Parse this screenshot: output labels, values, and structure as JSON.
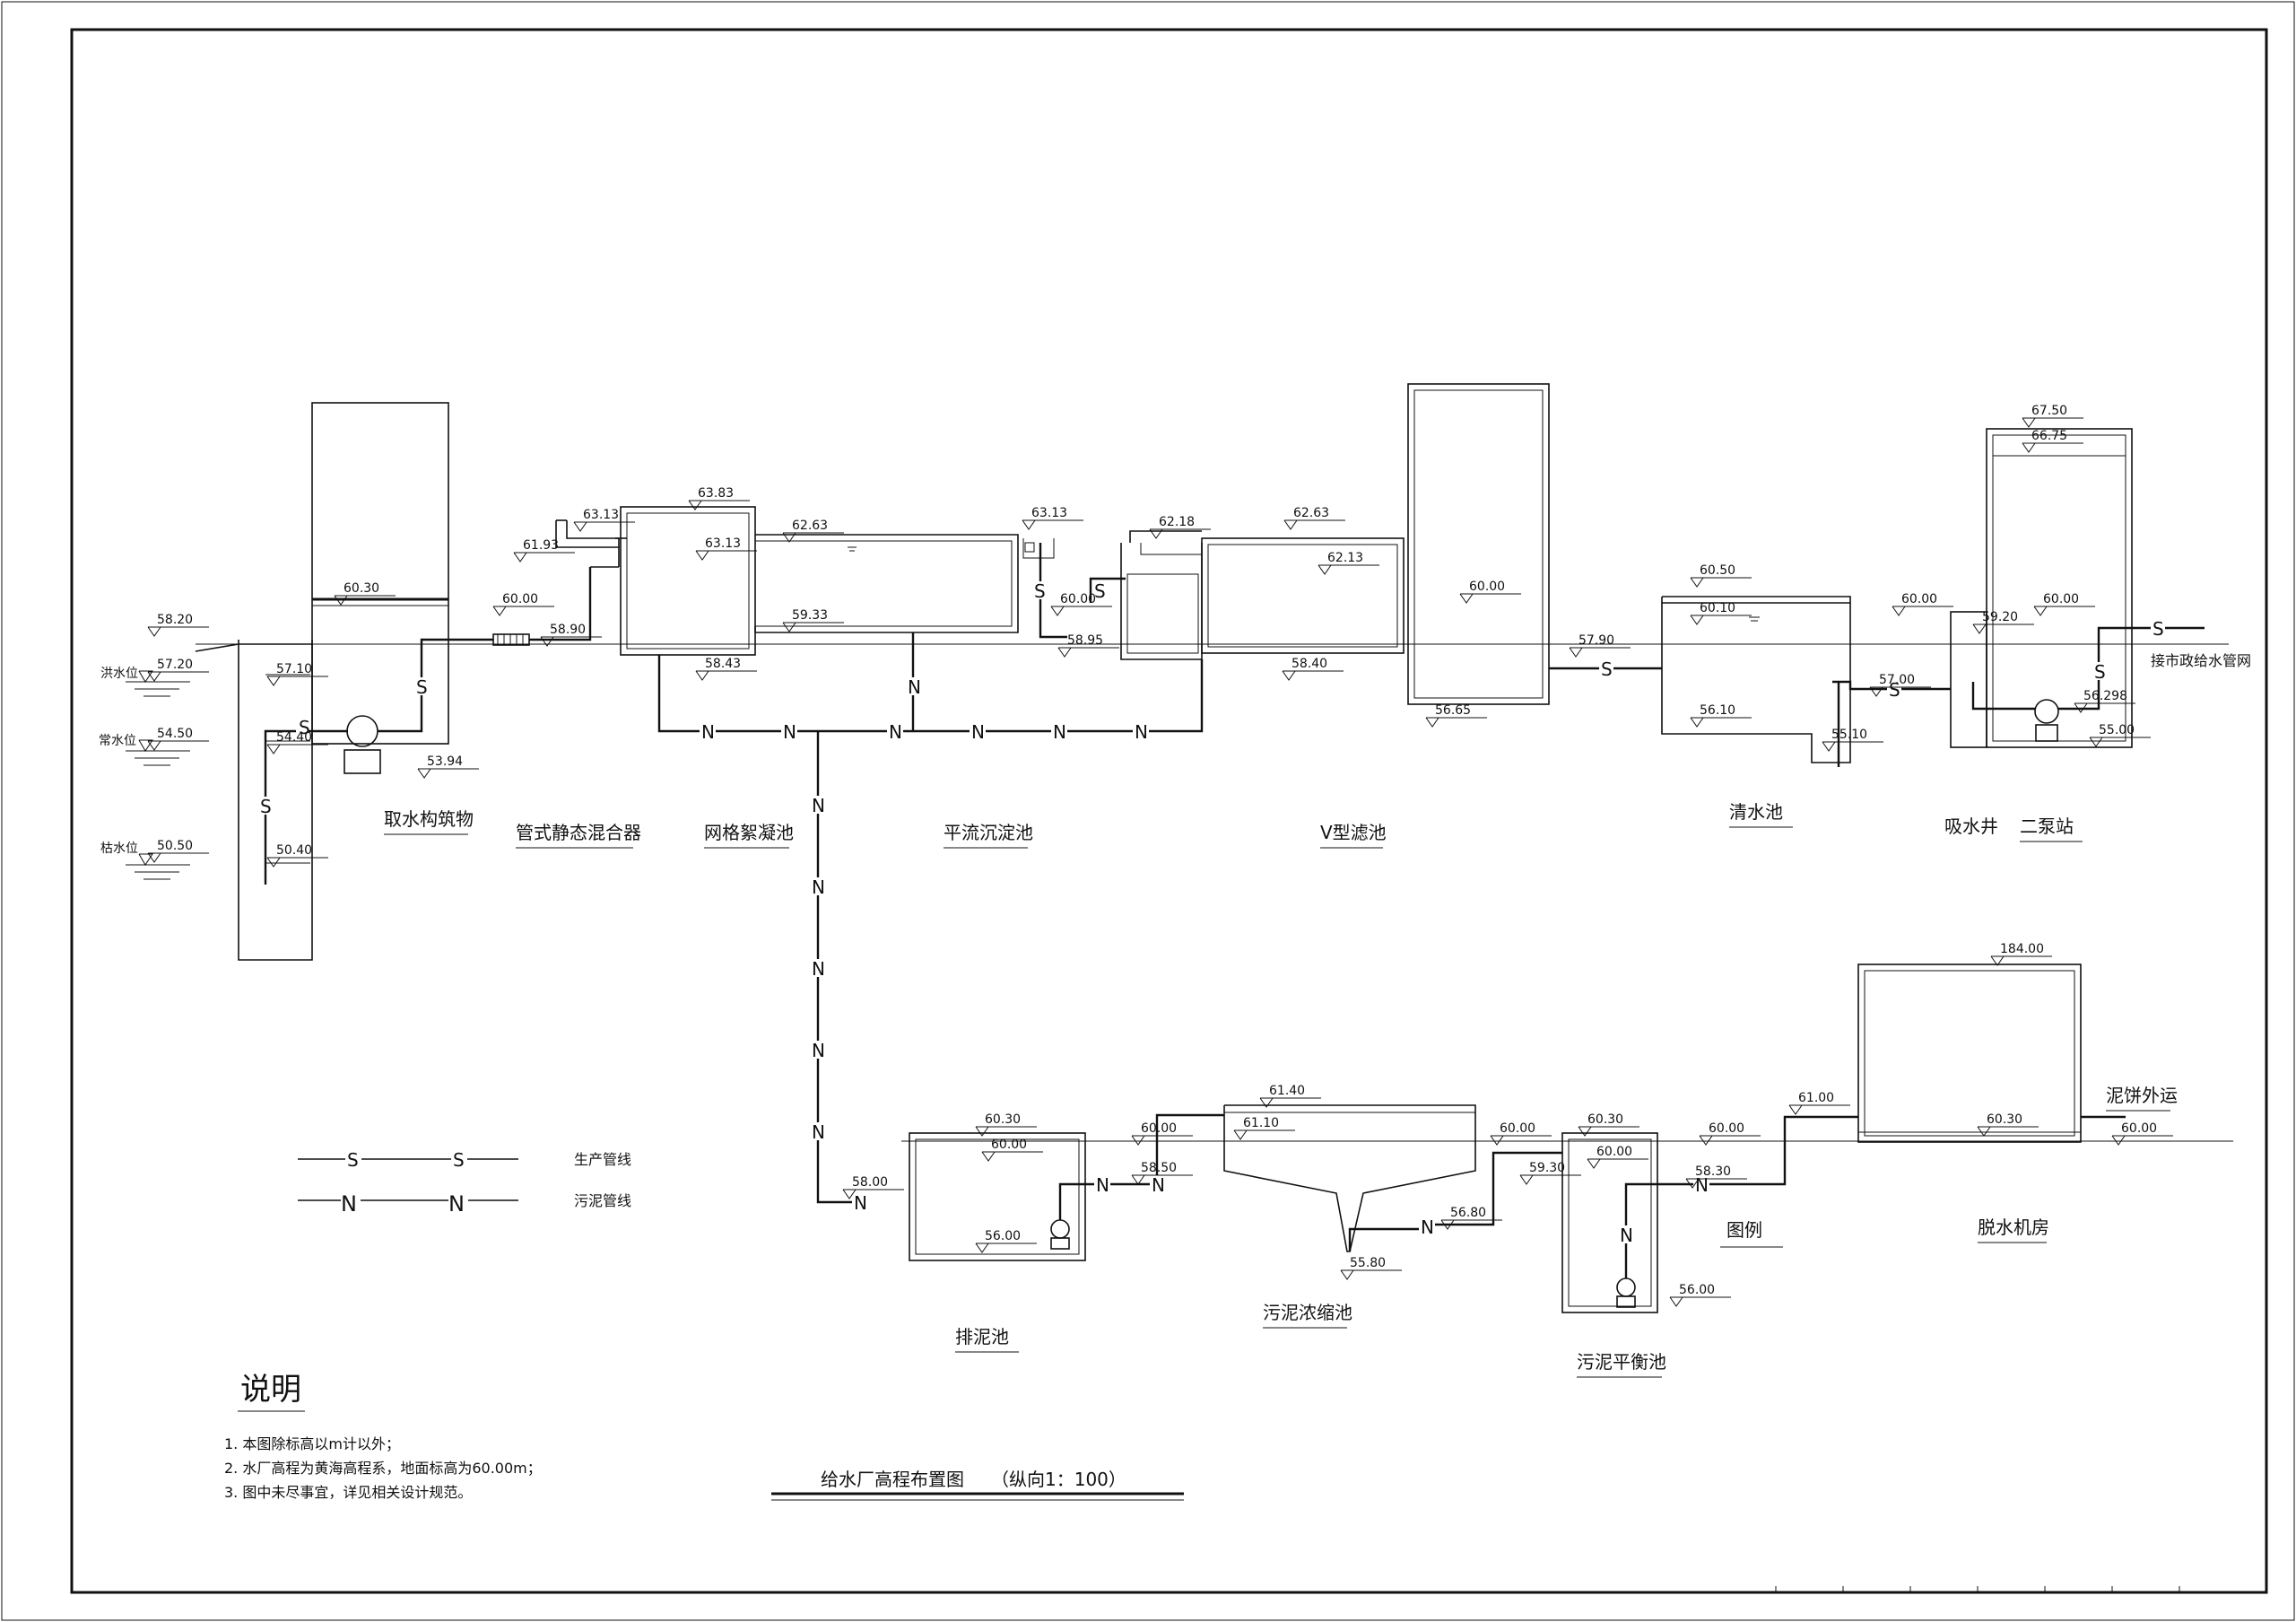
{
  "title": "给水厂高程布置图",
  "scale_note": "（纵向1：100）",
  "legend": {
    "heading": "图例",
    "production_marker": "S",
    "production_label": "生产管线",
    "sludge_marker": "N",
    "sludge_label": "污泥管线"
  },
  "notes": {
    "heading": "说明",
    "items": [
      "1.  本图除标高以m计以外；",
      "2.  水厂高程为黄海高程系，地面标高为60.00m；",
      "3.  图中未尽事宜，详见相关设计规范。"
    ]
  },
  "water_levels": {
    "flood": "洪水位",
    "normal": "常水位",
    "low": "枯水位"
  },
  "structures": {
    "intake": "取水构筑物",
    "mixer": "管式静态混合器",
    "flocculation": "网格絮凝池",
    "sedimentation": "平流沉淀池",
    "v_filter": "V型滤池",
    "clear_well": "清水池",
    "suction_well": "吸水井",
    "pump_station": "二泵站",
    "to_network": "接市政给水管网",
    "sludge_discharge": "排泥池",
    "sludge_thickener": "污泥浓缩池",
    "sludge_balance": "污泥平衡池",
    "dewatering": "脱水机房",
    "cake_out": "泥饼外运"
  },
  "elevations": {
    "e5820": "58.20",
    "e5720": "57.20",
    "e5450": "54.50",
    "e5050": "50.50",
    "e5710": "57.10",
    "e5440": "54.40",
    "e5040": "50.40",
    "e6030a": "60.30",
    "e5394": "53.94",
    "e6000a": "60.00",
    "e5890": "58.90",
    "e6193": "61.93",
    "e6313a": "63.13",
    "e6383": "63.83",
    "e6313b": "63.13",
    "e5843": "58.43",
    "e6263a": "62.63",
    "e5933": "59.33",
    "e6313c": "63.13",
    "e6000b": "60.00",
    "e5895": "58.95",
    "e6218": "62.18",
    "e6263b": "62.63",
    "e6213": "62.13",
    "e5840": "58.40",
    "e6000c": "60.00",
    "e5665": "56.65",
    "e5790": "57.90",
    "e6050": "60.50",
    "e6010": "60.10",
    "e5610": "56.10",
    "e5510": "55.10",
    "e6000d": "60.00",
    "e5700": "57.00",
    "e5920": "59.20",
    "e6750": "67.50",
    "e6675": "66.75",
    "e6000e": "60.00",
    "e56298": "56.298",
    "e5500": "55.00",
    "e6030b": "60.30",
    "e6000f": "60.00",
    "e5600a": "56.00",
    "e5800": "58.00",
    "e6000g": "60.00",
    "e5850": "58.50",
    "e6140": "61.40",
    "e6110": "61.10",
    "e5580": "55.80",
    "e5680": "56.80",
    "e6000h": "60.00",
    "e5930": "59.30",
    "e6030c": "60.30",
    "e6000i": "60.00",
    "e5600b": "56.00",
    "e6000j": "60.00",
    "e5830": "58.30",
    "e6100": "61.00",
    "e18400": "184.00",
    "e6030d": "60.30",
    "e6000k": "60.00"
  },
  "pipe_markers": {
    "s": "S",
    "n": "N"
  }
}
